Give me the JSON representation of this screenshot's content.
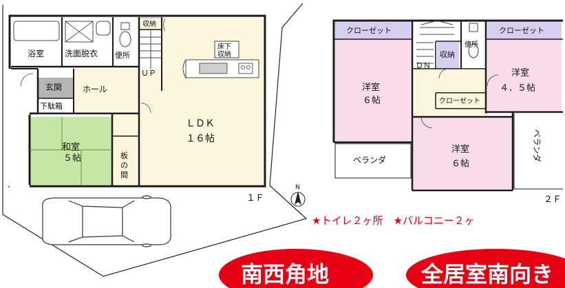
{
  "floor1": {
    "rooms": {
      "bath": "浴室",
      "washroom": "洗面脱衣",
      "toilet": "便所",
      "storage": "収納",
      "underfloor_storage_1": "床下",
      "underfloor_storage_2": "収納",
      "entrance": "玄関",
      "hall": "ホール",
      "shoe_box": "下駄箱",
      "ldk_name": "ＬＤＫ",
      "ldk_size": "１６帖",
      "washitsu_name": "和室",
      "washitsu_size": "５帖",
      "itanoma_1": "板",
      "itanoma_2": "の",
      "itanoma_3": "間"
    },
    "stairs_label": "ＵＰ",
    "floor_label": "１Ｆ"
  },
  "floor2": {
    "rooms": {
      "closet_left": "クローゼット",
      "closet_right": "クローゼット",
      "closet_center": "クローゼット",
      "storage": "収納",
      "toilet": "便所",
      "western_a_name": "洋室",
      "western_a_size": "６帖",
      "western_b_name": "洋室",
      "western_b_size": "４．５帖",
      "western_c_name": "洋室",
      "western_c_size": "６帖",
      "veranda_left": "ベランダ",
      "veranda_right": "ベランダ"
    },
    "stairs_label": "ＤＮ",
    "floor_label": "２Ｆ"
  },
  "north_label": "N",
  "features": "★トイレ２ヶ所　★バルコニー２ヶ",
  "badges": [
    "南西角地",
    "全居室南向き"
  ],
  "colors": {
    "wall": "#1a1a1a",
    "lavender": "#d8cff0",
    "pink": "#f9dcea",
    "green": "#c6e6a6",
    "cream": "#fbf6dc",
    "gray": "#b5b5b5",
    "red": "#e60012",
    "feature_text": "#e60012"
  }
}
